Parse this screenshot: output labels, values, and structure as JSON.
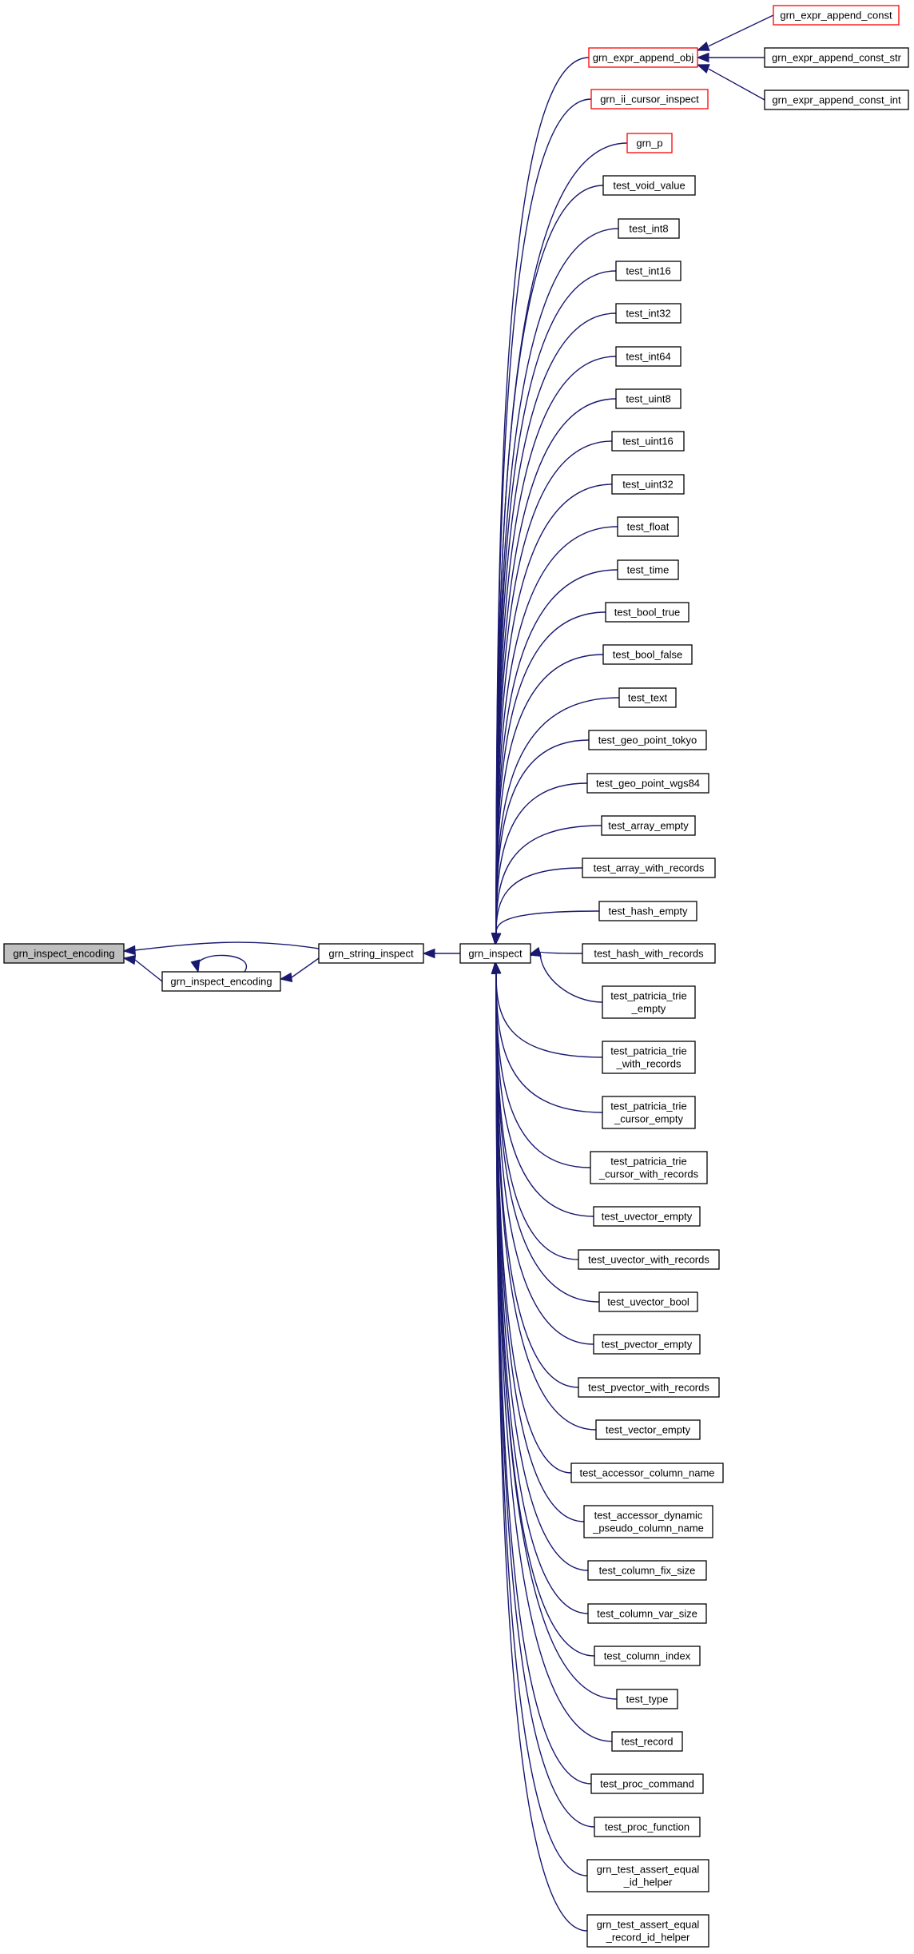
{
  "nodes": [
    {
      "id": "focus",
      "lines": [
        "grn_inspect_encoding"
      ],
      "style": "focus"
    },
    {
      "id": "enc2",
      "lines": [
        "grn_inspect_encoding"
      ],
      "style": "normal"
    },
    {
      "id": "strinsp",
      "lines": [
        "grn_string_inspect"
      ],
      "style": "normal"
    },
    {
      "id": "inspect",
      "lines": [
        "grn_inspect"
      ],
      "style": "normal"
    },
    {
      "id": "append_obj",
      "lines": [
        "grn_expr_append_obj"
      ],
      "style": "red"
    },
    {
      "id": "append_const",
      "lines": [
        "grn_expr_append_const"
      ],
      "style": "red"
    },
    {
      "id": "append_const_str",
      "lines": [
        "grn_expr_append_const_str"
      ],
      "style": "normal"
    },
    {
      "id": "append_const_int",
      "lines": [
        "grn_expr_append_const_int"
      ],
      "style": "normal"
    },
    {
      "id": "ii_cursor",
      "lines": [
        "grn_ii_cursor_inspect"
      ],
      "style": "red"
    },
    {
      "id": "grn_p",
      "lines": [
        "grn_p"
      ],
      "style": "red"
    },
    {
      "id": "t_void_value",
      "lines": [
        "test_void_value"
      ],
      "style": "normal"
    },
    {
      "id": "t_int8",
      "lines": [
        "test_int8"
      ],
      "style": "normal"
    },
    {
      "id": "t_int16",
      "lines": [
        "test_int16"
      ],
      "style": "normal"
    },
    {
      "id": "t_int32",
      "lines": [
        "test_int32"
      ],
      "style": "normal"
    },
    {
      "id": "t_int64",
      "lines": [
        "test_int64"
      ],
      "style": "normal"
    },
    {
      "id": "t_uint8",
      "lines": [
        "test_uint8"
      ],
      "style": "normal"
    },
    {
      "id": "t_uint16",
      "lines": [
        "test_uint16"
      ],
      "style": "normal"
    },
    {
      "id": "t_uint32",
      "lines": [
        "test_uint32"
      ],
      "style": "normal"
    },
    {
      "id": "t_float",
      "lines": [
        "test_float"
      ],
      "style": "normal"
    },
    {
      "id": "t_time",
      "lines": [
        "test_time"
      ],
      "style": "normal"
    },
    {
      "id": "t_bool_true",
      "lines": [
        "test_bool_true"
      ],
      "style": "normal"
    },
    {
      "id": "t_bool_false",
      "lines": [
        "test_bool_false"
      ],
      "style": "normal"
    },
    {
      "id": "t_text",
      "lines": [
        "test_text"
      ],
      "style": "normal"
    },
    {
      "id": "t_geo_tokyo",
      "lines": [
        "test_geo_point_tokyo"
      ],
      "style": "normal"
    },
    {
      "id": "t_geo_wgs84",
      "lines": [
        "test_geo_point_wgs84"
      ],
      "style": "normal"
    },
    {
      "id": "t_array_empty",
      "lines": [
        "test_array_empty"
      ],
      "style": "normal"
    },
    {
      "id": "t_array_records",
      "lines": [
        "test_array_with_records"
      ],
      "style": "normal"
    },
    {
      "id": "t_hash_empty",
      "lines": [
        "test_hash_empty"
      ],
      "style": "normal"
    },
    {
      "id": "t_hash_records",
      "lines": [
        "test_hash_with_records"
      ],
      "style": "normal"
    },
    {
      "id": "t_pat_empty",
      "lines": [
        "test_patricia_trie",
        "_empty"
      ],
      "style": "normal"
    },
    {
      "id": "t_pat_records",
      "lines": [
        "test_patricia_trie",
        "_with_records"
      ],
      "style": "normal"
    },
    {
      "id": "t_pat_cur_empty",
      "lines": [
        "test_patricia_trie",
        "_cursor_empty"
      ],
      "style": "normal"
    },
    {
      "id": "t_pat_cur_records",
      "lines": [
        "test_patricia_trie",
        "_cursor_with_records"
      ],
      "style": "normal"
    },
    {
      "id": "t_uvec_empty",
      "lines": [
        "test_uvector_empty"
      ],
      "style": "normal"
    },
    {
      "id": "t_uvec_records",
      "lines": [
        "test_uvector_with_records"
      ],
      "style": "normal"
    },
    {
      "id": "t_uvec_bool",
      "lines": [
        "test_uvector_bool"
      ],
      "style": "normal"
    },
    {
      "id": "t_pvec_empty",
      "lines": [
        "test_pvector_empty"
      ],
      "style": "normal"
    },
    {
      "id": "t_pvec_records",
      "lines": [
        "test_pvector_with_records"
      ],
      "style": "normal"
    },
    {
      "id": "t_vec_empty",
      "lines": [
        "test_vector_empty"
      ],
      "style": "normal"
    },
    {
      "id": "t_acc_col",
      "lines": [
        "test_accessor_column_name"
      ],
      "style": "normal"
    },
    {
      "id": "t_acc_dyn",
      "lines": [
        "test_accessor_dynamic",
        "_pseudo_column_name"
      ],
      "style": "normal"
    },
    {
      "id": "t_col_fix",
      "lines": [
        "test_column_fix_size"
      ],
      "style": "normal"
    },
    {
      "id": "t_col_var",
      "lines": [
        "test_column_var_size"
      ],
      "style": "normal"
    },
    {
      "id": "t_col_index",
      "lines": [
        "test_column_index"
      ],
      "style": "normal"
    },
    {
      "id": "t_type",
      "lines": [
        "test_type"
      ],
      "style": "normal"
    },
    {
      "id": "t_record",
      "lines": [
        "test_record"
      ],
      "style": "normal"
    },
    {
      "id": "t_proc_cmd",
      "lines": [
        "test_proc_command"
      ],
      "style": "normal"
    },
    {
      "id": "t_proc_fn",
      "lines": [
        "test_proc_function"
      ],
      "style": "normal"
    },
    {
      "id": "t_assert_id",
      "lines": [
        "grn_test_assert_equal",
        "_id_helper"
      ],
      "style": "normal"
    },
    {
      "id": "t_assert_rec",
      "lines": [
        "grn_test_assert_equal",
        "_record_id_helper"
      ],
      "style": "normal"
    }
  ],
  "edges": [
    {
      "from": "strinsp",
      "to": "focus"
    },
    {
      "from": "enc2",
      "to": "focus"
    },
    {
      "from": "enc2",
      "to": "enc2"
    },
    {
      "from": "strinsp",
      "to": "enc2"
    },
    {
      "from": "inspect",
      "to": "strinsp"
    },
    {
      "from": "append_const",
      "to": "append_obj"
    },
    {
      "from": "append_const_str",
      "to": "append_obj"
    },
    {
      "from": "append_const_int",
      "to": "append_obj"
    },
    {
      "from": "append_obj",
      "to": "inspect"
    },
    {
      "from": "ii_cursor",
      "to": "inspect"
    },
    {
      "from": "grn_p",
      "to": "inspect"
    },
    {
      "from": "t_void_value",
      "to": "inspect"
    },
    {
      "from": "t_int8",
      "to": "inspect"
    },
    {
      "from": "t_int16",
      "to": "inspect"
    },
    {
      "from": "t_int32",
      "to": "inspect"
    },
    {
      "from": "t_int64",
      "to": "inspect"
    },
    {
      "from": "t_uint8",
      "to": "inspect"
    },
    {
      "from": "t_uint16",
      "to": "inspect"
    },
    {
      "from": "t_uint32",
      "to": "inspect"
    },
    {
      "from": "t_float",
      "to": "inspect"
    },
    {
      "from": "t_time",
      "to": "inspect"
    },
    {
      "from": "t_bool_true",
      "to": "inspect"
    },
    {
      "from": "t_bool_false",
      "to": "inspect"
    },
    {
      "from": "t_text",
      "to": "inspect"
    },
    {
      "from": "t_geo_tokyo",
      "to": "inspect"
    },
    {
      "from": "t_geo_wgs84",
      "to": "inspect"
    },
    {
      "from": "t_array_empty",
      "to": "inspect"
    },
    {
      "from": "t_array_records",
      "to": "inspect"
    },
    {
      "from": "t_hash_empty",
      "to": "inspect"
    },
    {
      "from": "t_hash_records",
      "to": "inspect"
    },
    {
      "from": "t_pat_empty",
      "to": "inspect"
    },
    {
      "from": "t_pat_records",
      "to": "inspect"
    },
    {
      "from": "t_pat_cur_empty",
      "to": "inspect"
    },
    {
      "from": "t_pat_cur_records",
      "to": "inspect"
    },
    {
      "from": "t_uvec_empty",
      "to": "inspect"
    },
    {
      "from": "t_uvec_records",
      "to": "inspect"
    },
    {
      "from": "t_uvec_bool",
      "to": "inspect"
    },
    {
      "from": "t_pvec_empty",
      "to": "inspect"
    },
    {
      "from": "t_pvec_records",
      "to": "inspect"
    },
    {
      "from": "t_vec_empty",
      "to": "inspect"
    },
    {
      "from": "t_acc_col",
      "to": "inspect"
    },
    {
      "from": "t_acc_dyn",
      "to": "inspect"
    },
    {
      "from": "t_col_fix",
      "to": "inspect"
    },
    {
      "from": "t_col_var",
      "to": "inspect"
    },
    {
      "from": "t_col_index",
      "to": "inspect"
    },
    {
      "from": "t_type",
      "to": "inspect"
    },
    {
      "from": "t_record",
      "to": "inspect"
    },
    {
      "from": "t_proc_cmd",
      "to": "inspect"
    },
    {
      "from": "t_proc_fn",
      "to": "inspect"
    },
    {
      "from": "t_assert_id",
      "to": "inspect"
    },
    {
      "from": "t_assert_rec",
      "to": "inspect"
    }
  ],
  "colors": {
    "edge": "#191970",
    "node_border": "#000000",
    "node_border_truncated": "#ff0000",
    "focus_fill": "#bfbfbf",
    "background": "#ffffff"
  }
}
